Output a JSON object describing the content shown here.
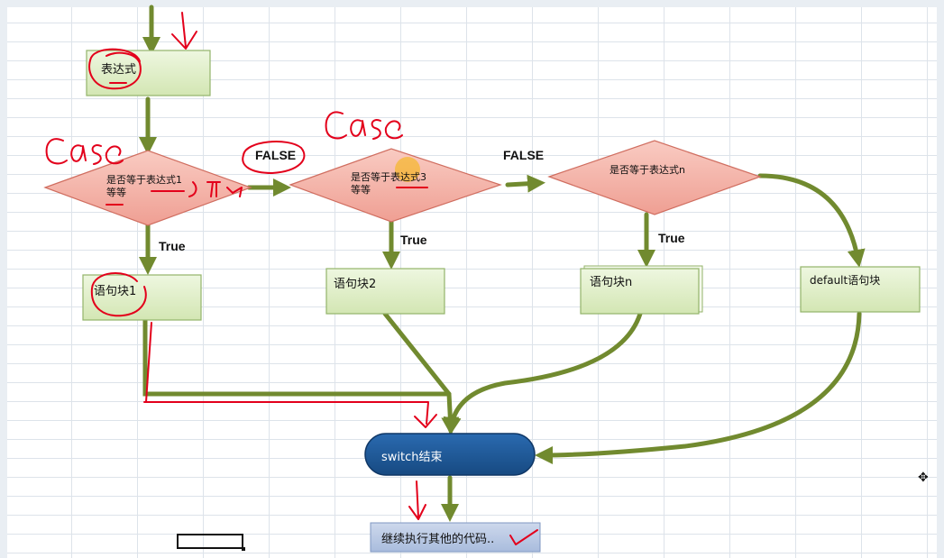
{
  "nodes": {
    "expr": "表达式",
    "cond1_line1": "是否等于表达式1",
    "cond1_line2": "等等",
    "cond3_line1": "是否等于表达式3",
    "cond3_line2": "等等",
    "condn": "是否等于表达式n",
    "block1": "语句块1",
    "block2": "语句块2",
    "blockn": "语句块n",
    "default_block": "default语句块",
    "switch_end": "switch结束",
    "continue": "继续执行其他的代码.."
  },
  "edge_labels": {
    "false": "FALSE",
    "true": "True"
  },
  "colors": {
    "process_fill": "#e2f0cb",
    "process_stroke": "#93b36a",
    "decision_fill": "#f4b5ab",
    "decision_stroke": "#d06e60",
    "terminal_fill": "#1f5a9c",
    "arrow": "#718a2f",
    "annotation": "#e3001b"
  },
  "icons": {
    "cursor": "move-cursor-icon"
  }
}
